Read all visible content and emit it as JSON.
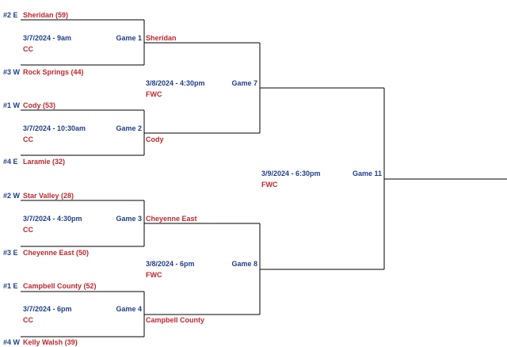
{
  "round1": [
    {
      "top": {
        "seed": "#2 E",
        "team": "Sheridan (59)"
      },
      "bottom": {
        "seed": "#3 W",
        "team": "Rock Springs (44)"
      },
      "datetime": "3/7/2024 - 9am",
      "venue": "CC",
      "game": "Game 1",
      "winner": "Sheridan"
    },
    {
      "top": {
        "seed": "#1 W",
        "team": "Cody (53)"
      },
      "bottom": {
        "seed": "#4 E",
        "team": "Laramie (32)"
      },
      "datetime": "3/7/2024 - 10:30am",
      "venue": "CC",
      "game": "Game 2",
      "winner": "Cody"
    },
    {
      "top": {
        "seed": "#2 W",
        "team": "Star Valley (28)"
      },
      "bottom": {
        "seed": "#3 E",
        "team": "Cheyenne East (50)"
      },
      "datetime": "3/7/2024 - 4:30pm",
      "venue": "CC",
      "game": "Game 3",
      "winner": "Cheyenne East"
    },
    {
      "top": {
        "seed": "#1 E",
        "team": "Campbell County (52)"
      },
      "bottom": {
        "seed": "#4 W",
        "team": "Kelly Walsh (39)"
      },
      "datetime": "3/7/2024 - 6pm",
      "venue": "CC",
      "game": "Game 4",
      "winner": "Campbell County"
    }
  ],
  "round2": [
    {
      "datetime": "3/8/2024 - 4:30pm",
      "venue": "FWC",
      "game": "Game 7"
    },
    {
      "datetime": "3/8/2024 - 6pm",
      "venue": "FWC",
      "game": "Game 8"
    }
  ],
  "final": {
    "datetime": "3/9/2024 - 6:30pm",
    "venue": "FWC",
    "game": "Game 11"
  },
  "colors": {
    "label_blue": "#1f3f8a",
    "label_red": "#c1272d",
    "line": "#000000"
  }
}
